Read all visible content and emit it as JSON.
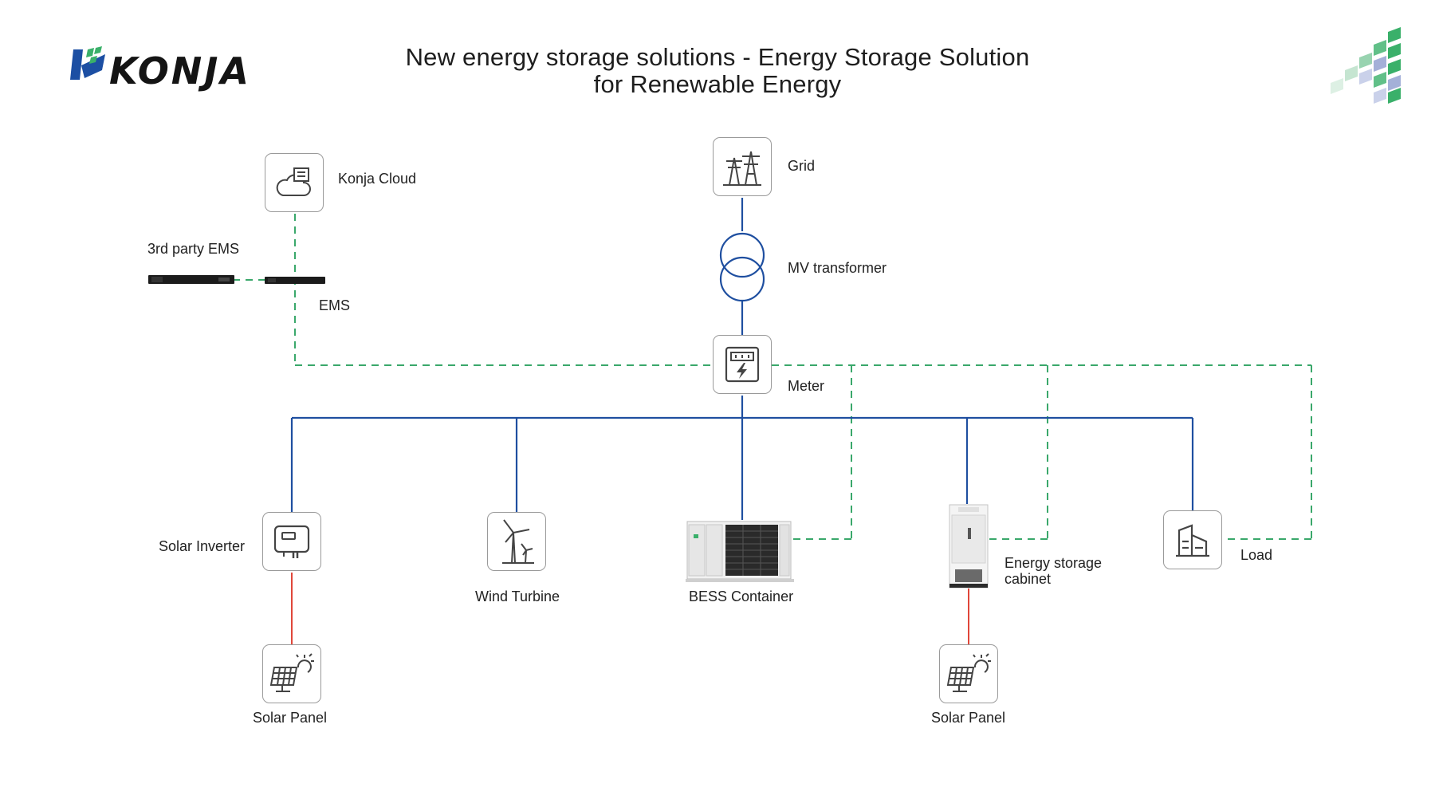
{
  "brand": {
    "name": "KONJA"
  },
  "title": {
    "line1": "New energy storage solutions - Energy Storage Solution",
    "line2": "for Renewable Energy"
  },
  "nodes": {
    "konja_cloud": "Konja Cloud",
    "third_party_ems": "3rd party EMS",
    "ems": "EMS",
    "grid": "Grid",
    "mv_transformer": "MV transformer",
    "meter": "Meter",
    "solar_inverter": "Solar Inverter",
    "wind_turbine": "Wind Turbine",
    "bess_container": "BESS Container",
    "energy_storage_cabinet_line1": "Energy storage",
    "energy_storage_cabinet_line2": "cabinet",
    "load": "Load",
    "solar_panel_left": "Solar Panel",
    "solar_panel_right": "Solar Panel"
  },
  "icons": {
    "cloud": "cloud-server-icon",
    "grid": "power-tower-icon",
    "meter": "electric-meter-icon",
    "inverter": "solar-inverter-icon",
    "wind": "wind-turbine-icon",
    "load": "building-icon",
    "panel": "solar-panel-icon"
  },
  "colors": {
    "power_line": "#1f4fa0",
    "comm_line": "#3aa86b",
    "dc_line": "#e0473a",
    "brand_blue": "#1c4fa3",
    "brand_green": "#3ab06a"
  }
}
